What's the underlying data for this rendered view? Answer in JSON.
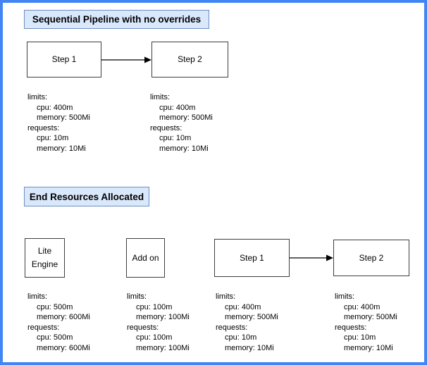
{
  "colors": {
    "frame_border": "#4285f4",
    "title_fill": "#dae8fc",
    "title_stroke": "#6c8ebf",
    "node_stroke": "#3d3d3d",
    "text": "#000000"
  },
  "section1": {
    "title": "Sequential Pipeline with no overrides",
    "nodes": {
      "step1": "Step 1",
      "step2": "Step 2"
    },
    "resources": [
      {
        "lines": [
          "limits:",
          "cpu: 400m",
          "memory: 500Mi",
          "requests:",
          "cpu: 10m",
          "memory: 10Mi"
        ]
      },
      {
        "lines": [
          "limits:",
          "cpu: 400m",
          "memory: 500Mi",
          "requests:",
          "cpu: 10m",
          "memory: 10Mi"
        ]
      }
    ]
  },
  "section2": {
    "title": "End Resources Allocated",
    "nodes": {
      "lite_engine_line1": "Lite",
      "lite_engine_line2": "Engine",
      "addon": "Add on",
      "step1": "Step 1",
      "step2": "Step 2"
    },
    "resources": [
      {
        "lines": [
          "limits:",
          "cpu: 500m",
          "memory: 600Mi",
          "requests:",
          "cpu: 500m",
          "memory: 600Mi"
        ]
      },
      {
        "lines": [
          "limits:",
          "cpu: 100m",
          "memory: 100Mi",
          "requests:",
          "cpu: 100m",
          "memory: 100Mi"
        ]
      },
      {
        "lines": [
          "limits:",
          "cpu: 400m",
          "memory: 500Mi",
          "requests:",
          "cpu: 10m",
          "memory: 10Mi"
        ]
      },
      {
        "lines": [
          "limits:",
          "cpu: 400m",
          "memory: 500Mi",
          "requests:",
          "cpu: 10m",
          "memory: 10Mi"
        ]
      }
    ]
  }
}
